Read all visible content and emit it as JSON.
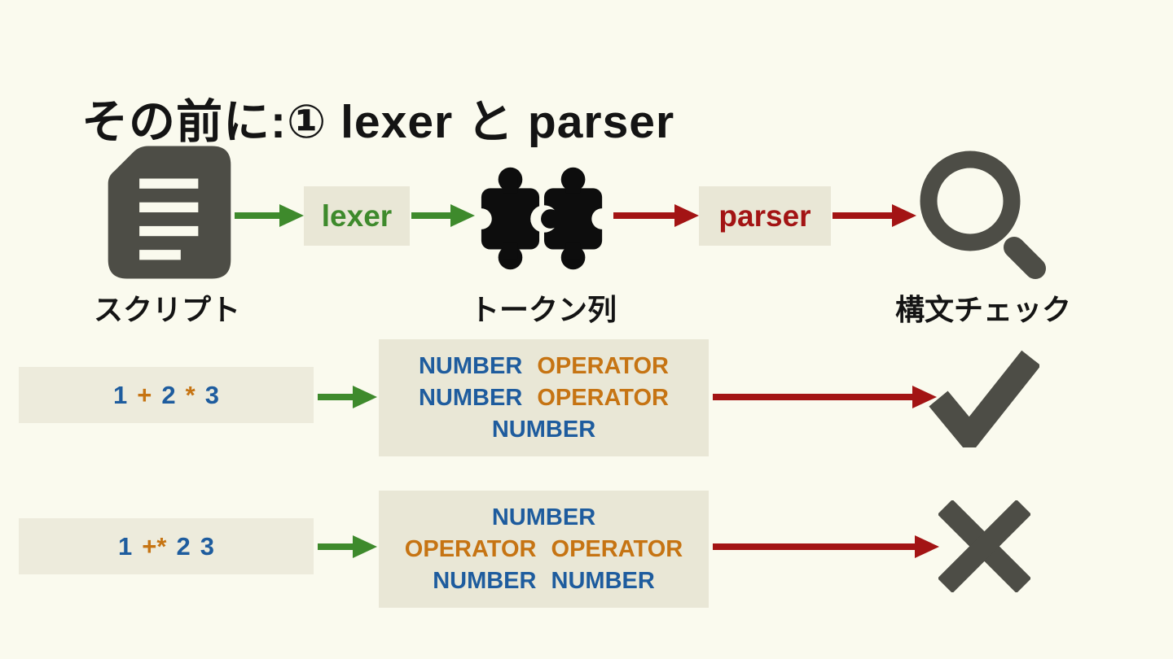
{
  "slide": {
    "title": "その前に:① lexer と parser"
  },
  "colors": {
    "background": "#fafaee",
    "box_beige": "#e9e7d6",
    "box_beige_light": "#edebdc",
    "icon_gray": "#4d4d46",
    "icon_black": "#0d0d0d",
    "green": "#3e8a2c",
    "red": "#a31414",
    "blue": "#1e5c9e",
    "orange": "#c67413",
    "ink": "#141414"
  },
  "pipeline": {
    "lexer_label": "lexer",
    "parser_label": "parser",
    "stages": [
      {
        "icon": "document-icon",
        "label": "スクリプト"
      },
      {
        "icon": "puzzle-icon",
        "label": "トークン列"
      },
      {
        "icon": "magnifier-icon",
        "label": "構文チェック"
      }
    ]
  },
  "examples": [
    {
      "input": [
        {
          "text": "1",
          "type": "number"
        },
        {
          "text": "+",
          "type": "operator"
        },
        {
          "text": "2",
          "type": "number"
        },
        {
          "text": "*",
          "type": "operator"
        },
        {
          "text": "3",
          "type": "number"
        }
      ],
      "token_lines": [
        [
          {
            "text": "NUMBER",
            "type": "number"
          },
          {
            "text": "OPERATOR",
            "type": "operator"
          }
        ],
        [
          {
            "text": "NUMBER",
            "type": "number"
          },
          {
            "text": "OPERATOR",
            "type": "operator"
          }
        ],
        [
          {
            "text": "NUMBER",
            "type": "number"
          }
        ]
      ],
      "result_icon": "check-icon",
      "result": "valid"
    },
    {
      "input": [
        {
          "text": "1",
          "type": "number"
        },
        {
          "text": "+*",
          "type": "operator"
        },
        {
          "text": "2",
          "type": "number"
        },
        {
          "text": "3",
          "type": "number"
        }
      ],
      "token_lines": [
        [
          {
            "text": "NUMBER",
            "type": "number"
          }
        ],
        [
          {
            "text": "OPERATOR",
            "type": "operator"
          },
          {
            "text": "OPERATOR",
            "type": "operator"
          }
        ],
        [
          {
            "text": "NUMBER",
            "type": "number"
          },
          {
            "text": "NUMBER",
            "type": "number"
          }
        ]
      ],
      "result_icon": "cross-icon",
      "result": "invalid"
    }
  ]
}
